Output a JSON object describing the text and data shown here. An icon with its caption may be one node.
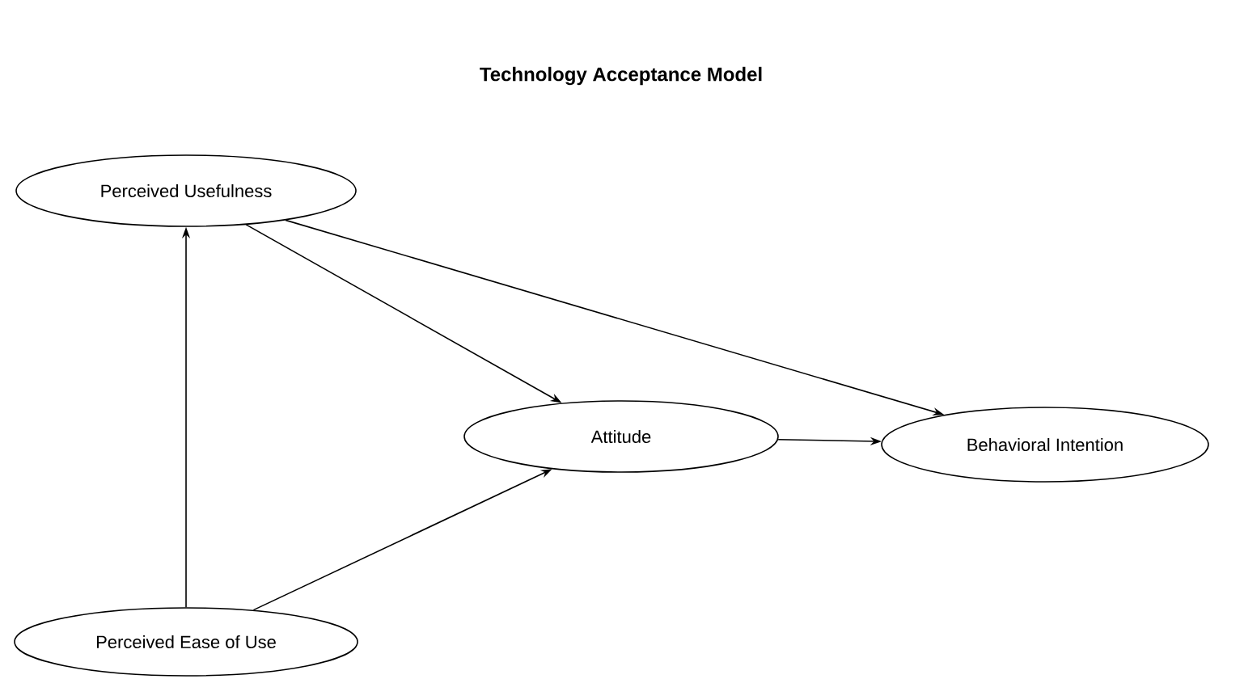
{
  "diagram": {
    "title": "Technology Acceptance Model",
    "nodes": [
      {
        "text": [
          "Perceived Usefulness"
        ]
      },
      {
        "text": [
          "Perceived Ease of Use"
        ]
      },
      {
        "text": [
          "Attitude"
        ]
      },
      {
        "text": [
          "Behavioral Intention"
        ]
      }
    ],
    "edges": [
      {
        "from": 1,
        "to": 0,
        "arrow": "to"
      },
      {
        "from": 0,
        "to": 2,
        "arrow": "to"
      },
      {
        "from": 1,
        "to": 2,
        "arrow": "to"
      },
      {
        "from": 0,
        "to": 3,
        "arrow": "to"
      },
      {
        "from": 2,
        "to": 3,
        "arrow": "to"
      }
    ]
  }
}
